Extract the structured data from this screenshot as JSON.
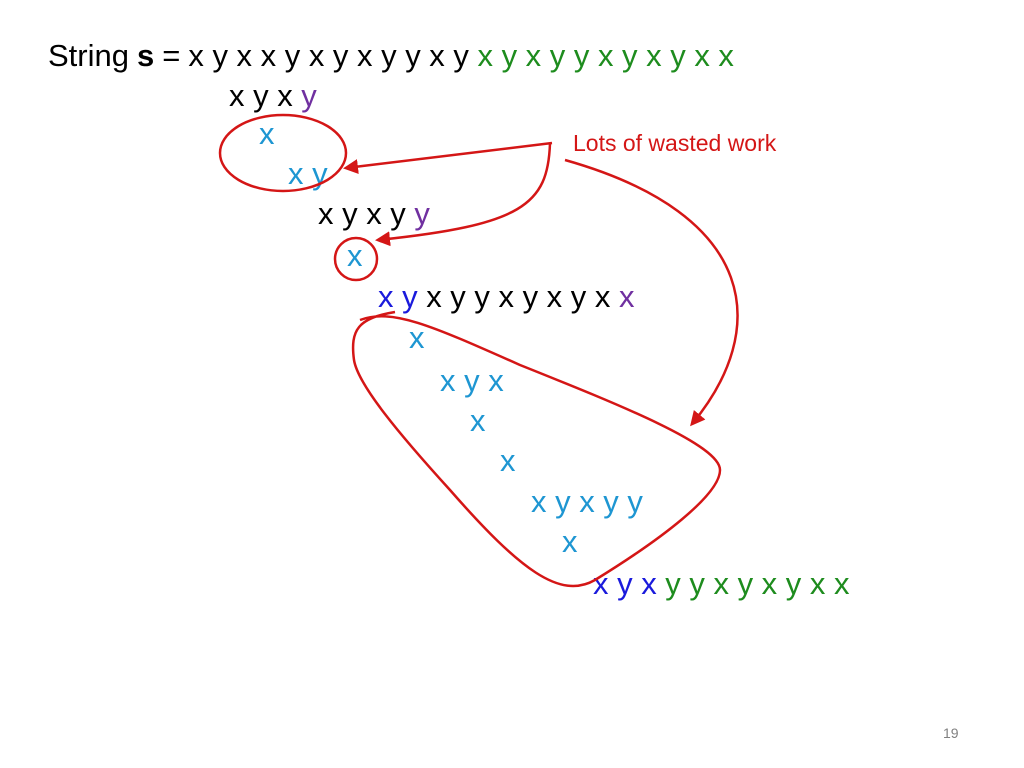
{
  "slide": {
    "title_prefix": "String",
    "title_var": "s",
    "title_eq": "=",
    "annotation": "Lots of wasted work",
    "page_number": "19"
  },
  "colors": {
    "annotation_red": "#d41616",
    "token_black": "#000000",
    "token_blue": "#1a1adc",
    "token_cyan": "#1e96d2",
    "token_purple": "#7030a0",
    "token_green": "#1e8c1e"
  },
  "rows": [
    {
      "tokens": [
        [
          "x",
          "black"
        ],
        [
          "y",
          "black"
        ],
        [
          "x",
          "black"
        ],
        [
          "x",
          "black"
        ],
        [
          "y",
          "black"
        ],
        [
          "x",
          "black"
        ],
        [
          "y",
          "black"
        ],
        [
          "x",
          "black"
        ],
        [
          "y",
          "black"
        ],
        [
          "y",
          "black"
        ],
        [
          "x",
          "black"
        ],
        [
          "y",
          "black"
        ],
        [
          "x",
          "green"
        ],
        [
          "y",
          "green"
        ],
        [
          "x",
          "green"
        ],
        [
          "y",
          "green"
        ],
        [
          "y",
          "green"
        ],
        [
          "x",
          "green"
        ],
        [
          "y",
          "green"
        ],
        [
          "x",
          "green"
        ],
        [
          "y",
          "green"
        ],
        [
          "x",
          "green"
        ],
        [
          "x",
          "green"
        ]
      ]
    },
    {
      "tokens": [
        [
          "x",
          "black"
        ],
        [
          "y",
          "black"
        ],
        [
          "x",
          "black"
        ],
        [
          "y",
          "purple"
        ]
      ]
    },
    {
      "tokens": [
        [
          "x",
          "cyan"
        ]
      ]
    },
    {
      "tokens": [
        [
          "x",
          "cyan"
        ],
        [
          "y",
          "cyan"
        ]
      ]
    },
    {
      "tokens": [
        [
          "x",
          "black"
        ],
        [
          "y",
          "black"
        ],
        [
          "x",
          "black"
        ],
        [
          "y",
          "black"
        ],
        [
          "y",
          "purple"
        ]
      ]
    },
    {
      "tokens": [
        [
          "x",
          "cyan"
        ]
      ]
    },
    {
      "tokens": [
        [
          "x",
          "blue"
        ],
        [
          "y",
          "blue"
        ],
        [
          "x",
          "black"
        ],
        [
          "y",
          "black"
        ],
        [
          "y",
          "black"
        ],
        [
          "x",
          "black"
        ],
        [
          "y",
          "black"
        ],
        [
          "x",
          "black"
        ],
        [
          "y",
          "black"
        ],
        [
          "x",
          "black"
        ],
        [
          "x",
          "purple"
        ]
      ]
    },
    {
      "tokens": [
        [
          "x",
          "cyan"
        ]
      ]
    },
    {
      "tokens": [
        [
          "x",
          "cyan"
        ],
        [
          "y",
          "cyan"
        ],
        [
          "x",
          "cyan"
        ]
      ]
    },
    {
      "tokens": [
        [
          "x",
          "cyan"
        ]
      ]
    },
    {
      "tokens": [
        [
          "x",
          "cyan"
        ]
      ]
    },
    {
      "tokens": [
        [
          "x",
          "cyan"
        ],
        [
          "y",
          "cyan"
        ],
        [
          "x",
          "cyan"
        ],
        [
          "y",
          "cyan"
        ],
        [
          "y",
          "cyan"
        ]
      ]
    },
    {
      "tokens": [
        [
          "x",
          "cyan"
        ]
      ]
    },
    {
      "tokens": [
        [
          "x",
          "blue"
        ],
        [
          "y",
          "blue"
        ],
        [
          "x",
          "blue"
        ],
        [
          "y",
          "green"
        ],
        [
          "y",
          "green"
        ],
        [
          "x",
          "green"
        ],
        [
          "y",
          "green"
        ],
        [
          "x",
          "green"
        ],
        [
          "y",
          "green"
        ],
        [
          "x",
          "green"
        ],
        [
          "x",
          "green"
        ]
      ]
    }
  ]
}
